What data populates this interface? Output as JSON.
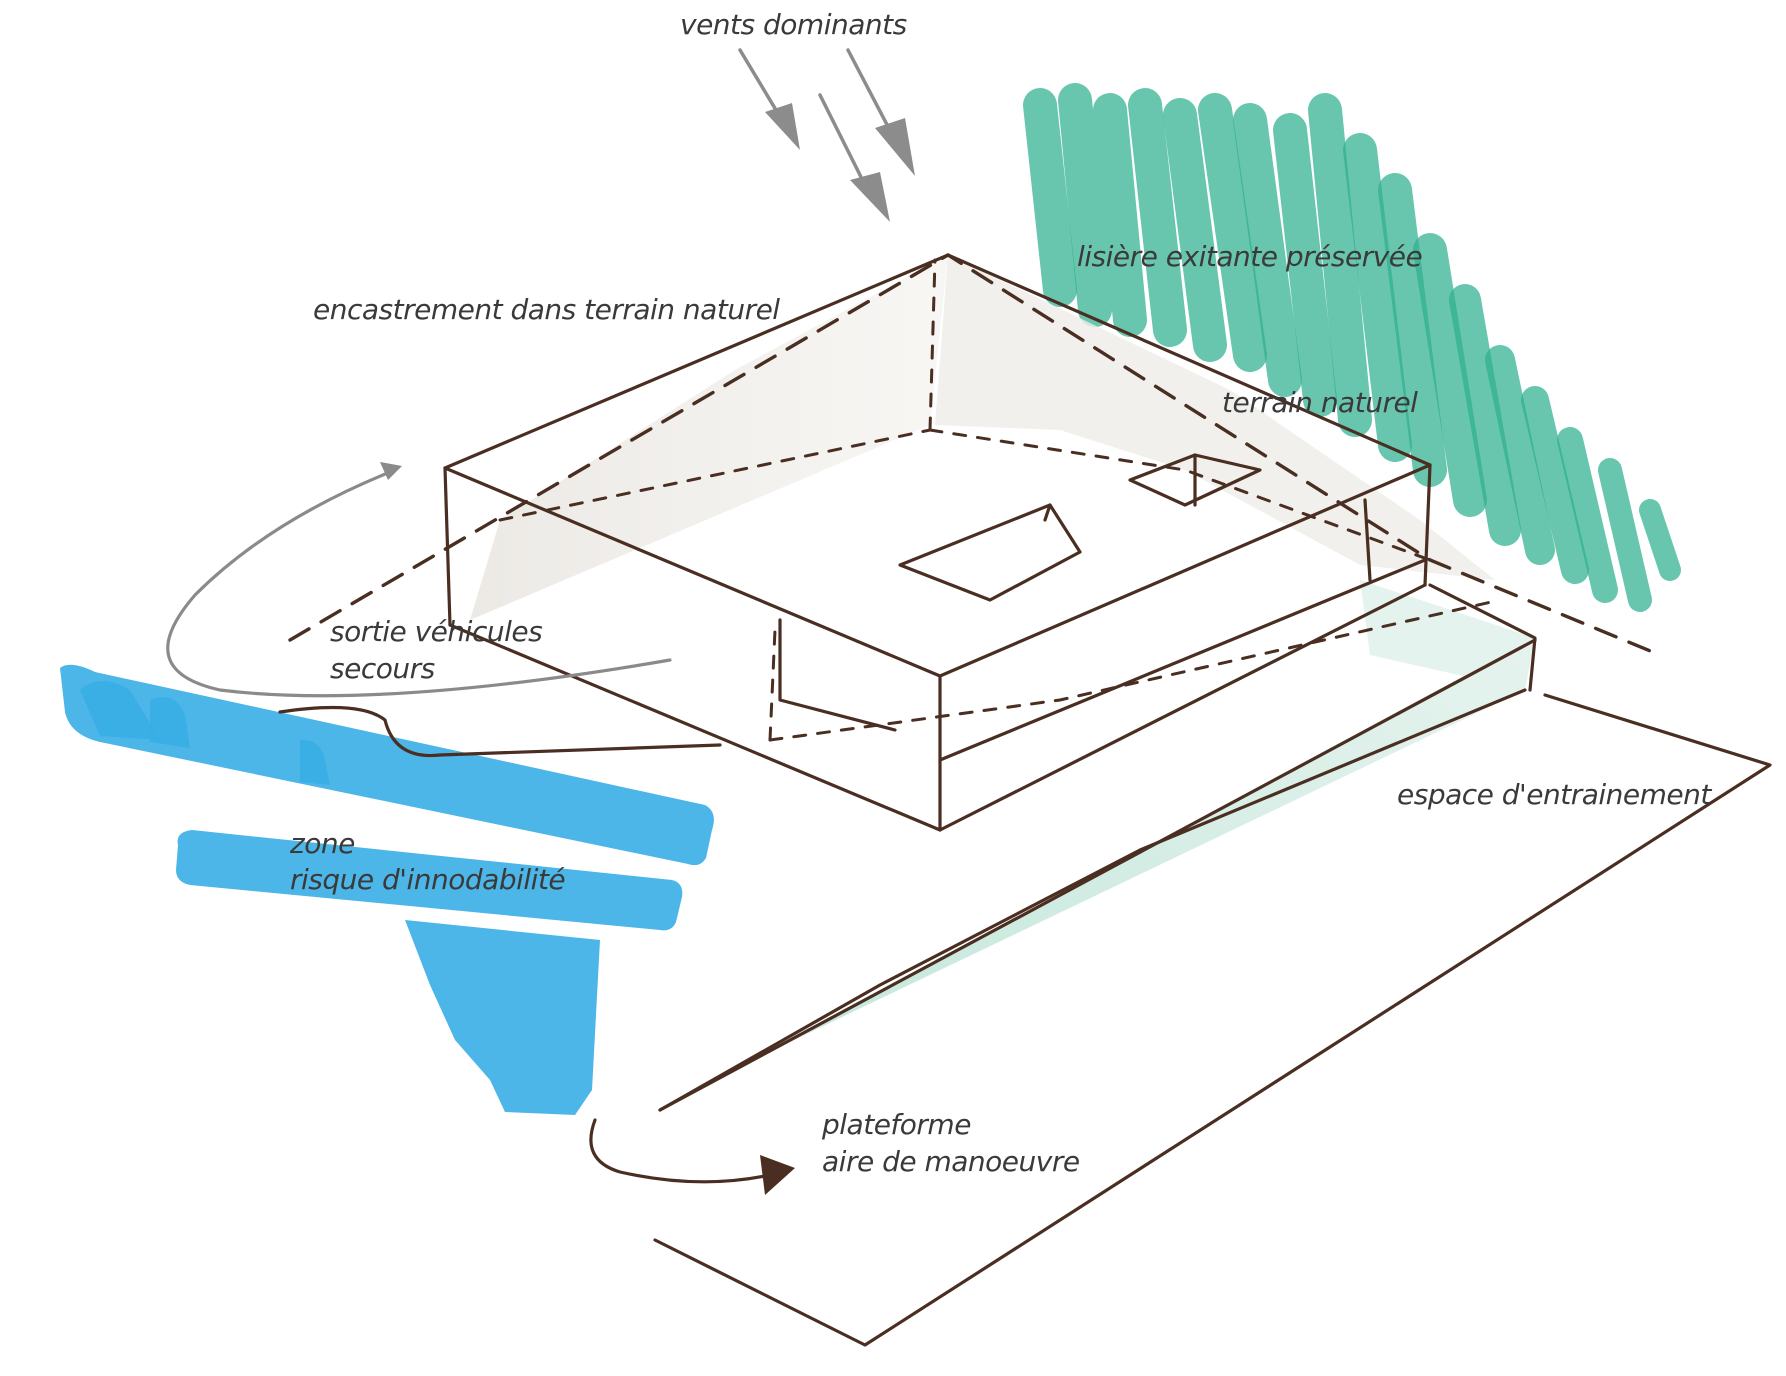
{
  "labels": {
    "vents": "vents dominants",
    "lisiere": "lisière exitante préservée",
    "encastrement": "encastrement dans terrain naturel",
    "terrain": "terrain naturel",
    "sortie_1": "sortie véhicules",
    "sortie_2": "secours",
    "zone_1": "zone",
    "zone_2": "risque d'innodabilité",
    "espace": "espace d'entrainement",
    "plateforme_1": "plateforme",
    "plateforme_2": "aire de manoeuvre"
  },
  "colors": {
    "ink": "#4a2e22",
    "vegetation": "#2fb08f",
    "flood_zone": "#38aee6",
    "wind_arrows": "#8c8c8c",
    "slope_shade": "#a8dccb"
  }
}
